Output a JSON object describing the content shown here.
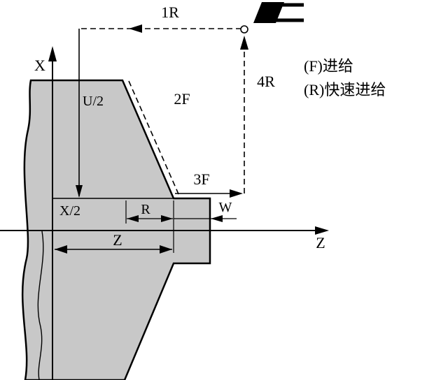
{
  "diagram": {
    "labels": {
      "rapid_1": "1R",
      "feed_2": "2F",
      "feed_3": "3F",
      "rapid_4": "4R",
      "u_half": "U/2",
      "x_half": "X/2",
      "taper_r": "R",
      "w_dim": "W",
      "z_dim": "Z",
      "x_axis": "X",
      "z_axis": "Z"
    },
    "legend": {
      "feed": "(F)进给",
      "rapid": "(R)快速进给"
    },
    "colors": {
      "workpiece_fill": "#c8c8c8",
      "line": "#000000",
      "background": "#ffffff"
    }
  }
}
